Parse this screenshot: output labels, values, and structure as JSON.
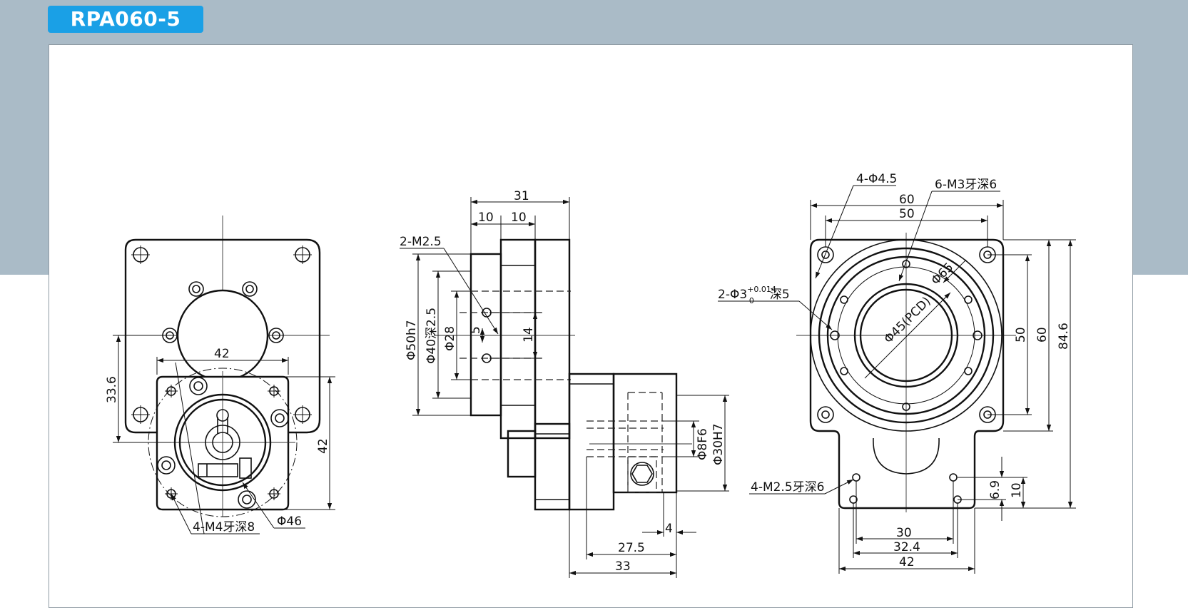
{
  "header": {
    "title": "RPA060-5",
    "title_bg": "#1aa0e6",
    "band_color": "#aabbc7"
  },
  "views": {
    "left": {
      "dims": {
        "d42_top": "42",
        "d33_6": "33.6",
        "d42_right": "42",
        "tap": "4-M4牙深8",
        "phi46": "Φ46"
      }
    },
    "middle": {
      "dims": {
        "d31": "31",
        "d10a": "10",
        "d10b": "10",
        "m25": "2-M2.5",
        "phi50": "Φ50h7",
        "phi40": "Φ40深2.5",
        "phi28": "Φ28",
        "d5": "5",
        "d14": "14",
        "phi8": "Φ8F6",
        "phi30": "Φ30H7",
        "d4": "4",
        "d27_5": "27.5",
        "d33": "33"
      }
    },
    "right": {
      "dims": {
        "holes": "4-Φ4.5",
        "m3": "6-M3牙深6",
        "d60_top": "60",
        "d50_top": "50",
        "pin_main": "2-Φ3",
        "pin_tol_upper": "+0.014",
        "pin_tol_lower": "0",
        "pin_depth": "深5",
        "phi45": "Φ45(PCD)",
        "phi65": "Φ65",
        "d50_right": "50",
        "d60_right": "60",
        "d84_6": "84.6",
        "m25_bottom": "4-M2.5牙深6",
        "d6_9": "6.9",
        "d10": "10",
        "d30": "30",
        "d32_4": "32.4",
        "d42": "42"
      }
    }
  }
}
